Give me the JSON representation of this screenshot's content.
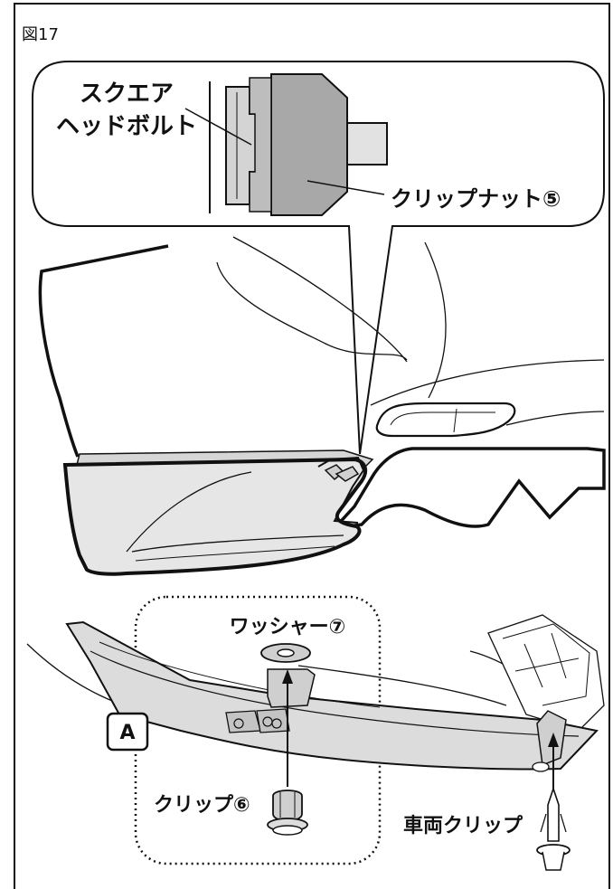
{
  "figure_number": "図17",
  "callout": {
    "square_head_bolt": [
      "スクエア",
      "ヘッドボルト"
    ],
    "clip_nut": "クリップナット⑤"
  },
  "detail": {
    "marker": "A",
    "washer": "ワッシャー⑦",
    "clip": "クリップ⑥",
    "vehicle_clip": "車両クリップ"
  }
}
